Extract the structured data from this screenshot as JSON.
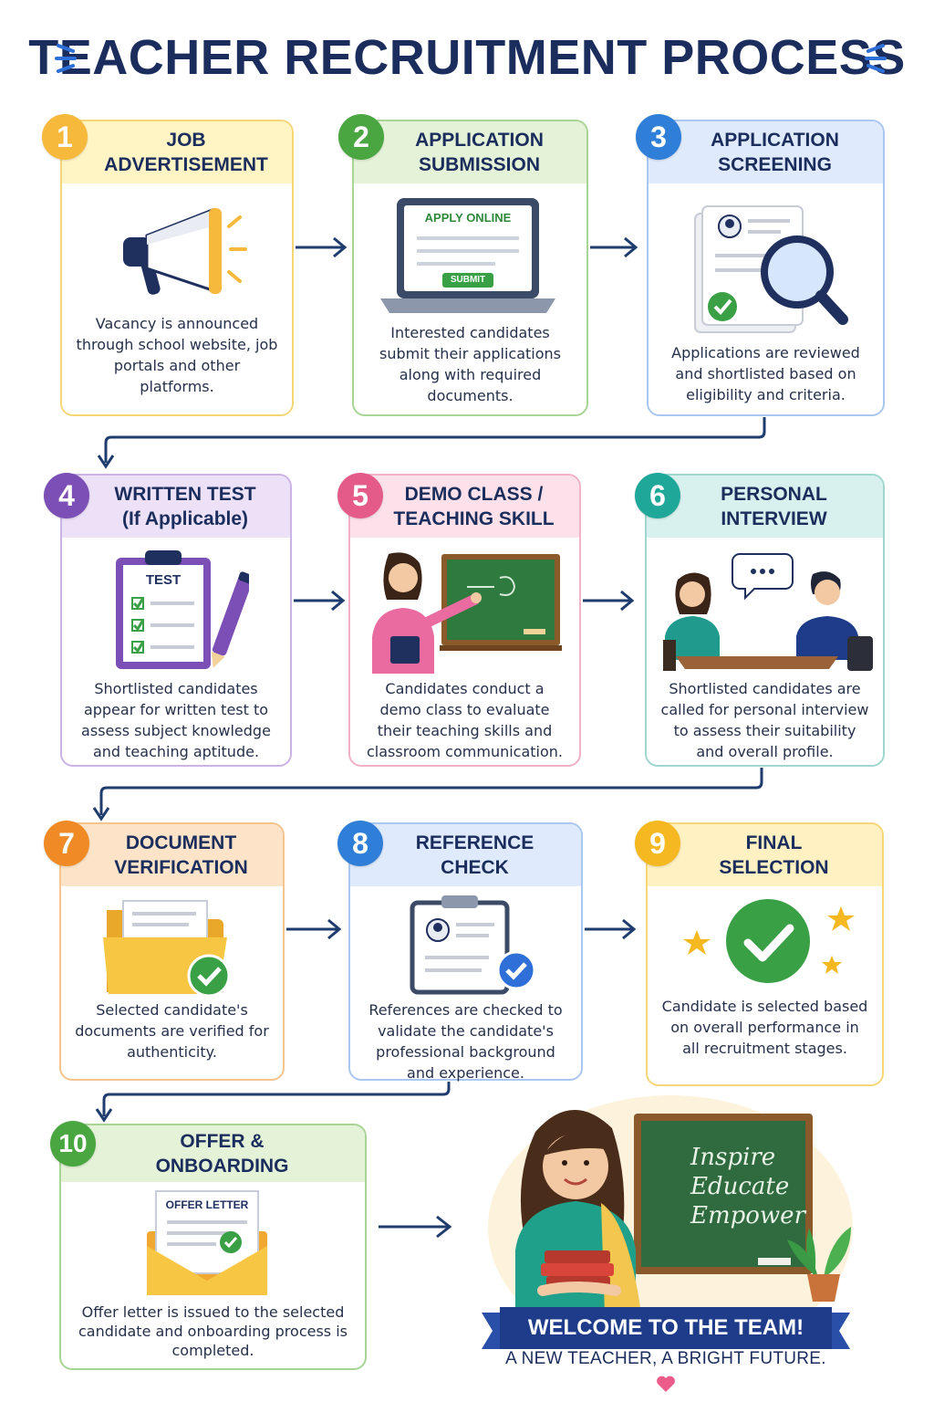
{
  "title": "TEACHER RECRUITMENT PROCESS",
  "steps": [
    {
      "number": "1",
      "title": "JOB\nADVERTISEMENT",
      "description": "Vacancy is announced through school website, job portals and other platforms.",
      "color": "#f6b93b",
      "head_bg": "#fff4c4",
      "border": "#f5d777"
    },
    {
      "number": "2",
      "title": "APPLICATION\nSUBMISSION",
      "description": "Interested candidates submit their applications along with required documents.",
      "color": "#4aa640",
      "head_bg": "#e4f2d8",
      "border": "#a8d596",
      "screen_heading": "APPLY ONLINE",
      "screen_button": "SUBMIT"
    },
    {
      "number": "3",
      "title": "APPLICATION\nSCREENING",
      "description": "Applications are reviewed and shortlisted based on eligibility and criteria.",
      "color": "#2f7fd8",
      "head_bg": "#dfeafc",
      "border": "#a9c7f0"
    },
    {
      "number": "4",
      "title": "WRITTEN TEST\n(If Applicable)",
      "description": "Shortlisted candidates appear for written test to assess subject knowledge and teaching aptitude.",
      "color": "#7b4fb5",
      "head_bg": "#ece1f7",
      "border": "#cbb3e6",
      "paper_label": "TEST"
    },
    {
      "number": "5",
      "title": "DEMO CLASS /\nTEACHING SKILL",
      "description": "Candidates conduct a demo class to evaluate their teaching skills and classroom communication.",
      "color": "#e45b8a",
      "head_bg": "#fde1ea",
      "border": "#f2b1c6"
    },
    {
      "number": "6",
      "title": "PERSONAL\nINTERVIEW",
      "description": "Shortlisted candidates are called for personal interview to assess their suitability and overall profile.",
      "color": "#1fa79a",
      "head_bg": "#d9f1ee",
      "border": "#9fd7d0"
    },
    {
      "number": "7",
      "title": "DOCUMENT\nVERIFICATION",
      "description": "Selected candidate's documents are verified for authenticity.",
      "color": "#f08a24",
      "head_bg": "#fde4c8",
      "border": "#f5c48f"
    },
    {
      "number": "8",
      "title": "REFERENCE\nCHECK",
      "description": "References are checked to validate the candidate's professional background and experience.",
      "color": "#2f7fd8",
      "head_bg": "#dfeafc",
      "border": "#a9c7f0"
    },
    {
      "number": "9",
      "title": "FINAL\nSELECTION",
      "description": "Candidate is selected based on overall performance in all recruitment stages.",
      "color": "#f6b820",
      "head_bg": "#fff1c2",
      "border": "#f5d777"
    },
    {
      "number": "10",
      "title": "OFFER &\nONBOARDING",
      "description": "Offer letter is issued to the selected candidate and onboarding process is completed.",
      "color": "#4aa640",
      "head_bg": "#e4f2d8",
      "border": "#a8d596",
      "letter_label": "OFFER LETTER"
    }
  ],
  "welcome": {
    "chalkboard": "Inspire\nEducate\nEmpower",
    "banner": "WELCOME TO THE TEAM!",
    "tagline": "A NEW TEACHER, A BRIGHT FUTURE."
  },
  "colors": {
    "navy": "#1b2d5c",
    "arrow": "#1f3c6e",
    "check_green": "#3aa046"
  }
}
